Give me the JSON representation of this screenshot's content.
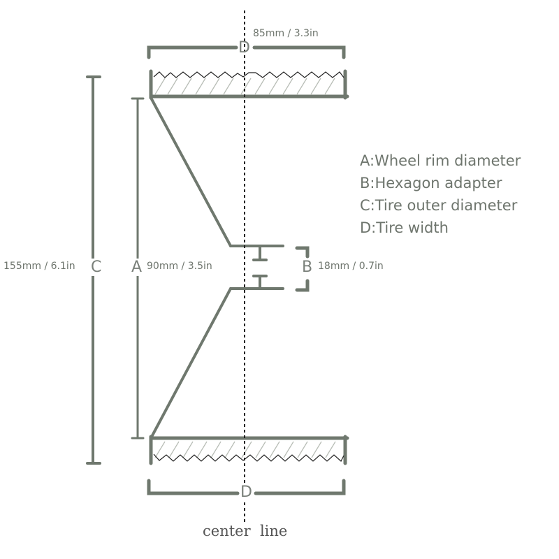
{
  "dimensions": {
    "tire_width": "85mm / 3.3in",
    "tire_outer_diameter": "155mm / 6.1in",
    "wheel_rim_diameter": "90mm / 3.5in",
    "hexagon_adapter": "18mm / 0.7in"
  },
  "labels": {
    "a": "A",
    "b": "B",
    "c": "C",
    "d_top": "D",
    "d_bottom": "D"
  },
  "legend": [
    "A:Wheel rim diameter",
    "B:Hexagon adapter",
    "C:Tire outer diameter",
    "D:Tire width"
  ],
  "center_line": "center  line",
  "colors": {
    "stroke": "#6f786e",
    "tread": "#222222",
    "hatch": "#b8bdb6"
  }
}
